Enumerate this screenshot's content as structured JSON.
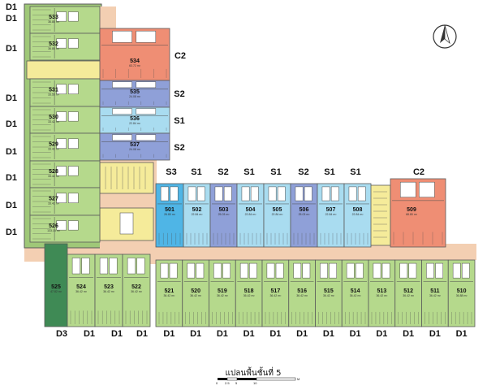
{
  "floor_title": "แปลนพื้นชั้นที่ 5",
  "colors": {
    "type_d": "#b5d98c",
    "type_d_line": "#5f7d3c",
    "type_d3": "#3f8a55",
    "type_s1": "#a9dcf0",
    "type_s2": "#8fa0d8",
    "type_s3": "#4fb5e6",
    "type_c2": "#ef8e74",
    "corridor": "#f3cfb2",
    "stair_yellow": "#f5eb9a",
    "wall": "#5a5a5a"
  },
  "west_wing_units": [
    {
      "num": "533",
      "area": "36.85 m²",
      "type": "D1"
    },
    {
      "num": "532",
      "area": "36.85 m²",
      "type": "D1"
    },
    {
      "num": "531",
      "area": "33.55 m²",
      "type": "D1"
    },
    {
      "num": "530",
      "area": "33.42 m²",
      "type": "D1"
    },
    {
      "num": "529",
      "area": "33.42 m²",
      "type": "D1"
    },
    {
      "num": "528",
      "area": "33.42 m²",
      "type": "D1"
    },
    {
      "num": "527",
      "area": "33.42 m²",
      "type": "D1"
    },
    {
      "num": "526",
      "area": "133.15 m²",
      "type": "D1"
    }
  ],
  "spine_units": [
    {
      "num": "534",
      "area": "63.72 m²",
      "type": "C2"
    },
    {
      "num": "535",
      "area": "24.08 m²",
      "type": "S2"
    },
    {
      "num": "536",
      "area": "22.84 m²",
      "type": "S1"
    },
    {
      "num": "537",
      "area": "24.08 m²",
      "type": "S2"
    }
  ],
  "east_north_units": [
    {
      "num": "501",
      "area": "26.80 m²",
      "type": "S3"
    },
    {
      "num": "502",
      "area": "22.84 m²",
      "type": "S1"
    },
    {
      "num": "503",
      "area": "25.03 m²",
      "type": "S2"
    },
    {
      "num": "504",
      "area": "22.84 m²",
      "type": "S1"
    },
    {
      "num": "505",
      "area": "22.84 m²",
      "type": "S1"
    },
    {
      "num": "506",
      "area": "25.03 m²",
      "type": "S2"
    },
    {
      "num": "507",
      "area": "22.84 m²",
      "type": "S1"
    },
    {
      "num": "508",
      "area": "22.84 m²",
      "type": "S1"
    },
    {
      "num": "509",
      "area": "68.80 m²",
      "type": "C2"
    }
  ],
  "south_units": [
    {
      "num": "525",
      "area": "47.82 m²",
      "type": "D3"
    },
    {
      "num": "524",
      "area": "36.42 m²",
      "type": "D1"
    },
    {
      "num": "523",
      "area": "36.42 m²",
      "type": "D1"
    },
    {
      "num": "522",
      "area": "36.42 m²",
      "type": "D1"
    },
    {
      "num": "521",
      "area": "36.42 m²",
      "type": "D1"
    },
    {
      "num": "520",
      "area": "36.42 m²",
      "type": "D1"
    },
    {
      "num": "519",
      "area": "36.42 m²",
      "type": "D1"
    },
    {
      "num": "518",
      "area": "36.42 m²",
      "type": "D1"
    },
    {
      "num": "517",
      "area": "36.42 m²",
      "type": "D1"
    },
    {
      "num": "516",
      "area": "36.42 m²",
      "type": "D1"
    },
    {
      "num": "515",
      "area": "36.42 m²",
      "type": "D1"
    },
    {
      "num": "514",
      "area": "36.42 m²",
      "type": "D1"
    },
    {
      "num": "513",
      "area": "36.42 m²",
      "type": "D1"
    },
    {
      "num": "512",
      "area": "36.42 m²",
      "type": "D1"
    },
    {
      "num": "511",
      "area": "36.42 m²",
      "type": "D1"
    },
    {
      "num": "510",
      "area": "36.88 m²",
      "type": "D1"
    }
  ],
  "west_type_labels": [
    "D1",
    "D1",
    "D1",
    "D1",
    "D1",
    "D1",
    "D1",
    "D1",
    "D1"
  ],
  "spine_type_labels": [
    "C2",
    "S2",
    "S1",
    "S2"
  ],
  "top_type_labels": [
    "S3",
    "S1",
    "S2",
    "S1",
    "S1",
    "S2",
    "S1",
    "S1",
    "C2"
  ],
  "bottom_type_labels": [
    "D3",
    "D1",
    "D1",
    "D1",
    "D1",
    "D1",
    "D1",
    "D1",
    "D1",
    "D1",
    "D1",
    "D1",
    "D1",
    "D1",
    "D1",
    "D1"
  ],
  "scale_bar": {
    "ticks": [
      "0",
      "2.5",
      "5",
      "10"
    ],
    "unit": "M"
  }
}
